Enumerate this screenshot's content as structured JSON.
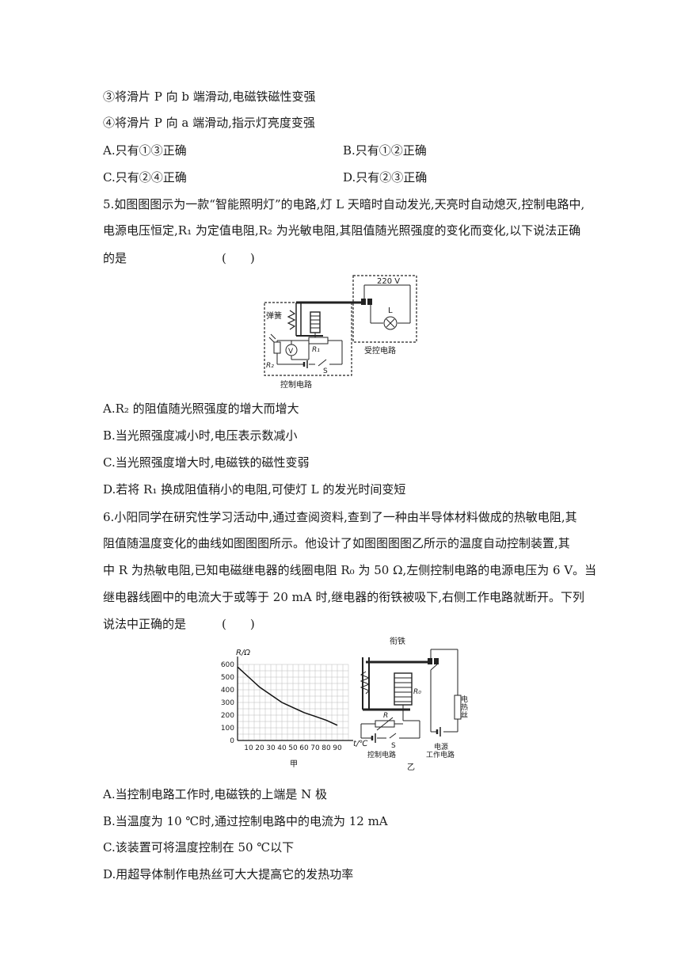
{
  "lines": {
    "l3": "③将滑片 P 向 b 端滑动,电磁铁磁性变强",
    "l4": "④将滑片 P 向 a 端滑动,指示灯亮度变强",
    "q4A": "A.只有①③正确",
    "q4B": "B.只有①②正确",
    "q4C": "C.只有②④正确",
    "q4D": "D.只有②③正确",
    "q5a": "5.如图图图示为一款“智能照明灯”的电路,灯 L 天暗时自动发光,天亮时自动熄灭,控制电路中,",
    "q5b": "电源电压恒定,R₁ 为定值电阻,R₂ 为光敏电阻,其阻值随光照强度的变化而变化,以下说法正确",
    "q5c": "的是",
    "q5paren": "(　　)",
    "q5A": "A.R₂ 的阻值随光照强度的增大而增大",
    "q5B": "B.当光照强度减小时,电压表示数减小",
    "q5C": "C.当光照强度增大时,电磁铁的磁性变弱",
    "q5D": "D.若将 R₁ 换成阻值稍小的电阻,可使灯 L 的发光时间变短",
    "q6a": "6.小阳同学在研究性学习活动中,通过查阅资料,查到了一种由半导体材料做成的热敏电阻,其",
    "q6b": "阻值随温度变化的曲线如图图图所示。他设计了如图图图图乙所示的温度自动控制装置,其",
    "q6c": "中 R 为热敏电阻,已知电磁继电器的线圈电阻 R₀ 为 50 Ω,左侧控制电路的电源电压为 6 V。当",
    "q6d": "继电器线圈中的电流大于或等于 20 mA 时,继电器的衔铁被吸下,右侧工作电路就断开。下列",
    "q6e": "说法中正确的是",
    "q6paren": "(　　)",
    "q6A": "A.当控制电路工作时,电磁铁的上端是 N 极",
    "q6B": "B.当温度为 10 ℃时,通过控制电路中的电流为 12 mA",
    "q6C": "C.该装置可将温度控制在 50 ℃以下",
    "q6D": "D.用超导体制作电热丝可大大提高它的发热功率"
  },
  "fig5": {
    "spring": "弹簧",
    "v220": "220 V",
    "lamp": "L",
    "voltmeter": "V",
    "r1": "R₁",
    "r2": "R₂",
    "switch": "S",
    "controlled": "受控电路",
    "control": "控制电路"
  },
  "fig6": {
    "caption_left": "甲",
    "caption_right": "乙",
    "armature": "衔铁",
    "r0": "R₀",
    "r": "R",
    "switch": "S",
    "heater": "电热丝",
    "source": "电源",
    "control": "控制电路",
    "work": "工作电路"
  },
  "chart_data": {
    "type": "line",
    "xlabel": "t/℃",
    "ylabel": "R/Ω",
    "xlim": [
      0,
      100
    ],
    "ylim": [
      0,
      600
    ],
    "x_ticks": [
      10,
      20,
      30,
      40,
      50,
      60,
      70,
      80,
      90
    ],
    "y_ticks": [
      0,
      100,
      200,
      300,
      400,
      500,
      600
    ],
    "grid": true,
    "series": [
      {
        "x": [
          0,
          10,
          20,
          30,
          40,
          50,
          60,
          70,
          80,
          90
        ],
        "values": [
          580,
          500,
          420,
          360,
          300,
          260,
          220,
          190,
          160,
          120
        ]
      }
    ]
  }
}
